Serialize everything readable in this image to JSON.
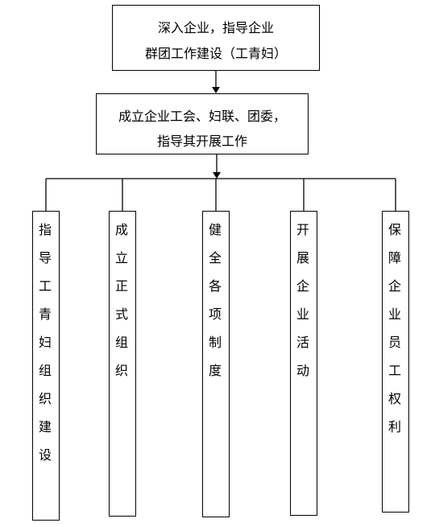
{
  "top_box": {
    "line1": "深入企业，指导企业",
    "line2": "群团工作建设（工青妇）"
  },
  "middle_box": {
    "line1": "成立企业工会、妇联、团委，",
    "line2": "指导其开展工作"
  },
  "branches": [
    "指导工青妇组织建设",
    "成立正式组织",
    "健全各项制度",
    "开展企业活动",
    "保障企业员工权利"
  ]
}
